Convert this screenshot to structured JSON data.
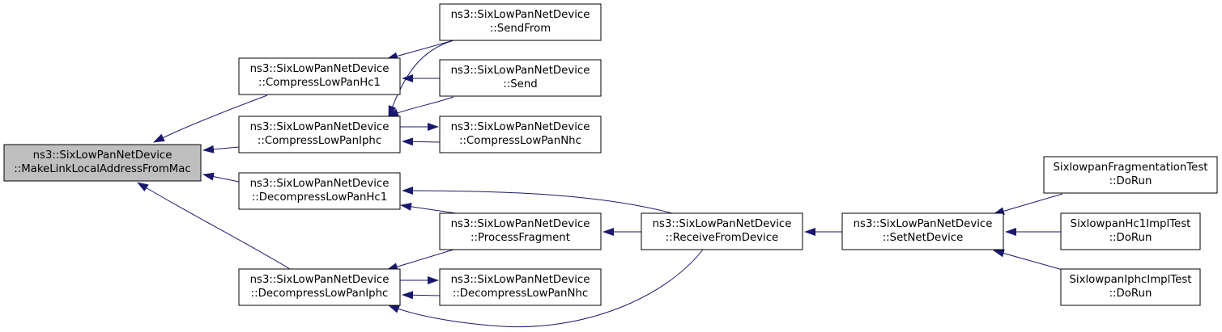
{
  "graph": {
    "edge_color": "#191970",
    "focus_fill": "#bfbfbf",
    "nodes": [
      {
        "id": "make_link_local",
        "line1": "ns3::SixLowPanNetDevice",
        "line2": "::MakeLinkLocalAddressFromMac",
        "focus": true
      },
      {
        "id": "compress_hc1",
        "line1": "ns3::SixLowPanNetDevice",
        "line2": "::CompressLowPanHc1"
      },
      {
        "id": "compress_iphc",
        "line1": "ns3::SixLowPanNetDevice",
        "line2": "::CompressLowPanIphc"
      },
      {
        "id": "decompress_hc1",
        "line1": "ns3::SixLowPanNetDevice",
        "line2": "::DecompressLowPanHc1"
      },
      {
        "id": "decompress_iphc",
        "line1": "ns3::SixLowPanNetDevice",
        "line2": "::DecompressLowPanIphc"
      },
      {
        "id": "send_from",
        "line1": "ns3::SixLowPanNetDevice",
        "line2": "::SendFrom"
      },
      {
        "id": "send",
        "line1": "ns3::SixLowPanNetDevice",
        "line2": "::Send"
      },
      {
        "id": "compress_nhc",
        "line1": "ns3::SixLowPanNetDevice",
        "line2": "::CompressLowPanNhc"
      },
      {
        "id": "process_fragment",
        "line1": "ns3::SixLowPanNetDevice",
        "line2": "::ProcessFragment"
      },
      {
        "id": "decompress_nhc",
        "line1": "ns3::SixLowPanNetDevice",
        "line2": "::DecompressLowPanNhc"
      },
      {
        "id": "receive_from_device",
        "line1": "ns3::SixLowPanNetDevice",
        "line2": "::ReceiveFromDevice"
      },
      {
        "id": "set_net_device",
        "line1": "ns3::SixLowPanNetDevice",
        "line2": "::SetNetDevice"
      },
      {
        "id": "frag_test",
        "line1": "SixlowpanFragmentationTest",
        "line2": "::DoRun"
      },
      {
        "id": "hc1_test",
        "line1": "SixlowpanHc1ImplTest",
        "line2": "::DoRun"
      },
      {
        "id": "iphc_test",
        "line1": "SixlowpanIphcImplTest",
        "line2": "::DoRun"
      }
    ],
    "edges": [
      {
        "from": "compress_hc1",
        "to": "make_link_local"
      },
      {
        "from": "compress_iphc",
        "to": "make_link_local"
      },
      {
        "from": "decompress_hc1",
        "to": "make_link_local"
      },
      {
        "from": "decompress_iphc",
        "to": "make_link_local"
      },
      {
        "from": "send_from",
        "to": "compress_hc1"
      },
      {
        "from": "send",
        "to": "compress_hc1"
      },
      {
        "from": "send_from",
        "to": "compress_iphc"
      },
      {
        "from": "send",
        "to": "compress_iphc"
      },
      {
        "from": "compress_nhc",
        "to": "compress_iphc"
      },
      {
        "from": "compress_iphc",
        "to": "compress_nhc"
      },
      {
        "from": "receive_from_device",
        "to": "decompress_hc1"
      },
      {
        "from": "process_fragment",
        "to": "decompress_hc1"
      },
      {
        "from": "process_fragment",
        "to": "decompress_iphc"
      },
      {
        "from": "decompress_nhc",
        "to": "decompress_iphc"
      },
      {
        "from": "decompress_iphc",
        "to": "decompress_nhc"
      },
      {
        "from": "receive_from_device",
        "to": "decompress_iphc"
      },
      {
        "from": "receive_from_device",
        "to": "process_fragment"
      },
      {
        "from": "set_net_device",
        "to": "receive_from_device"
      },
      {
        "from": "frag_test",
        "to": "set_net_device"
      },
      {
        "from": "hc1_test",
        "to": "set_net_device"
      },
      {
        "from": "iphc_test",
        "to": "set_net_device"
      }
    ]
  }
}
